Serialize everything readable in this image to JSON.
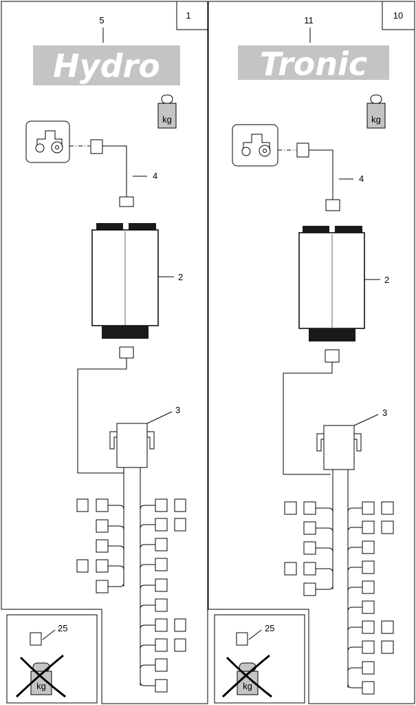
{
  "panels": [
    {
      "page_number": "1",
      "logo_text": "Hydro",
      "callouts": {
        "logo": "5",
        "cable": "4",
        "unit": "2",
        "hub": "3",
        "accessory": "25"
      },
      "weight_label": "kg",
      "crossed_weight_label": "kg"
    },
    {
      "page_number": "10",
      "logo_text": "Tronic",
      "callouts": {
        "logo": "11",
        "cable": "4",
        "unit": "2",
        "hub": "3",
        "accessory": "25"
      },
      "weight_label": "kg",
      "crossed_weight_label": "kg"
    }
  ],
  "colors": {
    "logo_band": "#c4c4c4",
    "weight_fill": "#c4c4c4",
    "unit_cap": "#1a1a1a",
    "divider": "#9a9a9a",
    "line": "#000000"
  },
  "icons": [
    "tractor-icon",
    "weight-icon",
    "crossed-weight-icon"
  ]
}
